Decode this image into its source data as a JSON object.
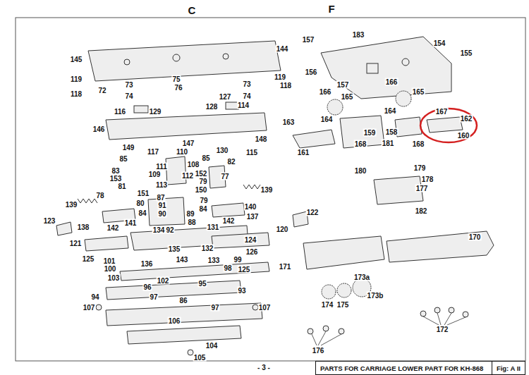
{
  "diagram": {
    "nodes": [
      {
        "text": [
          "PARTS FOR CARRIAGE LOWER PART FOR KH-868",
          "Fig: A II"
        ]
      }
    ],
    "labels": [
      "C",
      "F",
      "144",
      "145",
      "119",
      "118",
      "72",
      "73",
      "74",
      "75",
      "76",
      "127",
      "73",
      "74",
      "119",
      "118",
      "116",
      "129",
      "128",
      "114",
      "146",
      "148",
      "147",
      "149",
      "117",
      "110",
      "130",
      "115",
      "85",
      "85",
      "82",
      "111",
      "108",
      "83",
      "109",
      "112",
      "152",
      "77",
      "153",
      "113",
      "81",
      "79",
      "150",
      "139",
      "78",
      "151",
      "87",
      "80",
      "91",
      "79",
      "139",
      "140",
      "84",
      "90",
      "89",
      "84",
      "137",
      "141",
      "88",
      "123",
      "138",
      "142",
      "134",
      "92",
      "131",
      "142",
      "120",
      "122",
      "124",
      "121",
      "135",
      "132",
      "126",
      "125",
      "101",
      "100",
      "103",
      "136",
      "143",
      "133",
      "99",
      "125",
      "98",
      "102",
      "95",
      "96",
      "97",
      "94",
      "86",
      "93",
      "97",
      "107",
      "107",
      "106",
      "104",
      "105",
      "157",
      "183",
      "154",
      "155",
      "156",
      "157",
      "166",
      "165",
      "166",
      "165",
      "164",
      "164",
      "167",
      "162",
      "160",
      "163",
      "159",
      "158",
      "161",
      "168",
      "181",
      "168",
      "180",
      "179",
      "178",
      "177",
      "182",
      "170",
      "171",
      "173a",
      "173b",
      "174",
      "175",
      "176",
      "172",
      "- 3 -"
    ]
  }
}
